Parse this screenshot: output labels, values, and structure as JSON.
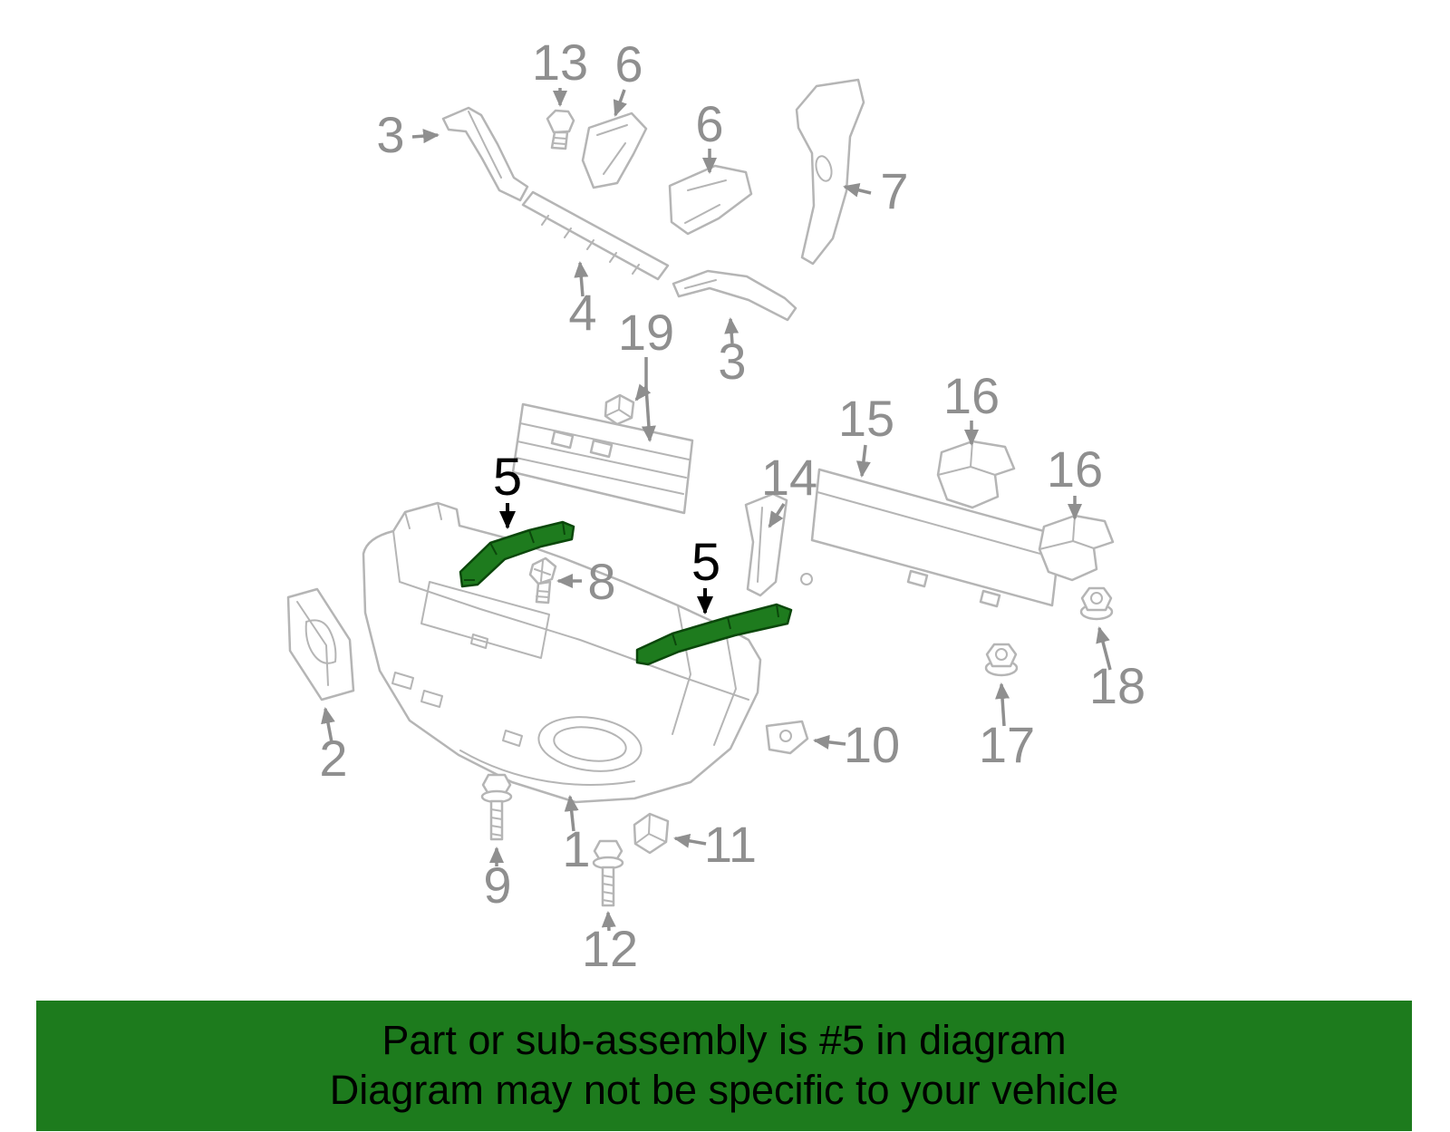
{
  "diagram": {
    "description": "Exploded parts diagram of a front bumper assembly",
    "highlighted_part_number": "5",
    "callouts": [
      {
        "label": "13"
      },
      {
        "label": "6"
      },
      {
        "label": "3"
      },
      {
        "label": "6"
      },
      {
        "label": "7"
      },
      {
        "label": "4"
      },
      {
        "label": "19"
      },
      {
        "label": "3"
      },
      {
        "label": "16"
      },
      {
        "label": "15"
      },
      {
        "label": "16"
      },
      {
        "label": "14"
      },
      {
        "label": "5"
      },
      {
        "label": "8"
      },
      {
        "label": "5"
      },
      {
        "label": "18"
      },
      {
        "label": "17"
      },
      {
        "label": "10"
      },
      {
        "label": "2"
      },
      {
        "label": "1"
      },
      {
        "label": "11"
      },
      {
        "label": "9"
      },
      {
        "label": "12"
      }
    ]
  },
  "colors": {
    "part_line": "#b5b5b5",
    "label_gray": "#8f8f8f",
    "label_black": "#000000",
    "highlight_green": "#1e7b1e",
    "highlight_outline": "#0b470b",
    "banner_green": "#1d7b1d"
  },
  "banner": {
    "line1": "Part or sub-assembly is #5 in diagram",
    "line2": "Diagram may not be specific to your vehicle"
  }
}
